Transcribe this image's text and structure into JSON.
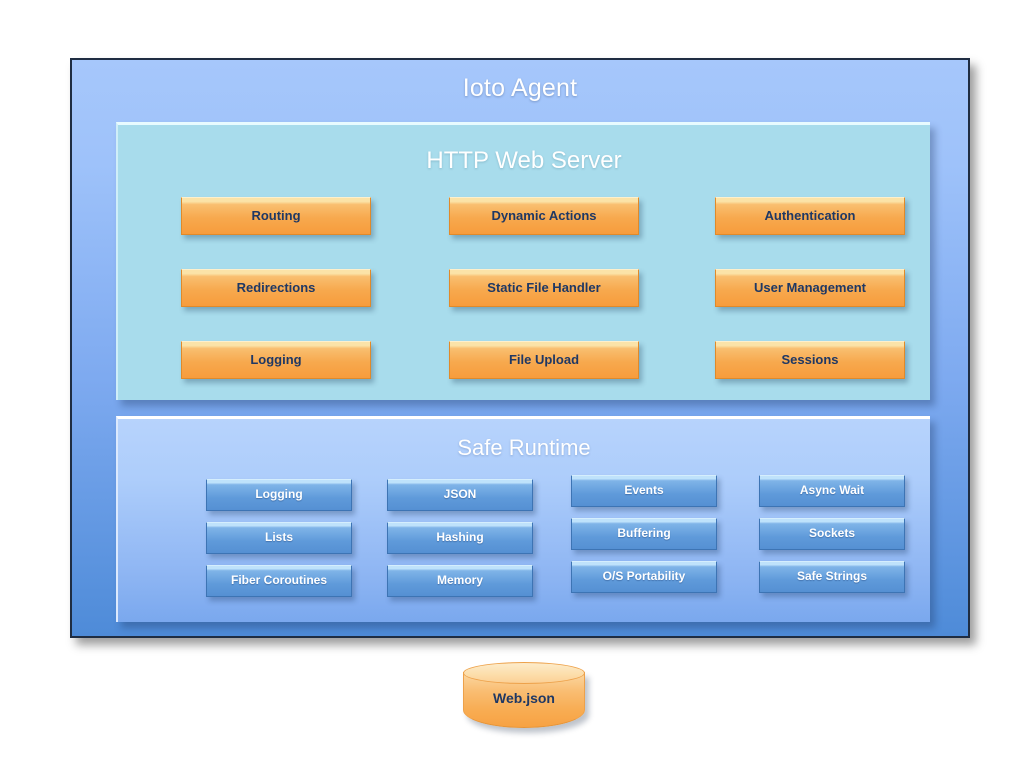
{
  "diagram": {
    "title": "Ioto Agent",
    "background_color": "#ffffff",
    "outer_panel_color": "#9ec2fa",
    "accent_orange": "#f7a94e",
    "accent_blue": "#5f9ada",
    "panel_cyan": "#a8dcec"
  },
  "http_section": {
    "title": "HTTP Web Server",
    "columns": [
      {
        "name": "column-1",
        "items": [
          {
            "label": "Routing"
          },
          {
            "label": "Redirections"
          },
          {
            "label": "Logging"
          }
        ]
      },
      {
        "name": "column-2",
        "items": [
          {
            "label": "Dynamic Actions"
          },
          {
            "label": "Static File Handler"
          },
          {
            "label": "File Upload"
          }
        ]
      },
      {
        "name": "column-3",
        "items": [
          {
            "label": "Authentication"
          },
          {
            "label": "User Management"
          },
          {
            "label": "Sessions"
          }
        ]
      }
    ]
  },
  "runtime_section": {
    "title": "Safe Runtime",
    "columns": [
      {
        "name": "column-1",
        "items": [
          {
            "label": "Logging"
          },
          {
            "label": "Lists"
          },
          {
            "label": "Fiber Coroutines"
          }
        ]
      },
      {
        "name": "column-2",
        "items": [
          {
            "label": "JSON"
          },
          {
            "label": "Hashing"
          },
          {
            "label": "Memory"
          }
        ]
      },
      {
        "name": "column-3",
        "items": [
          {
            "label": "Events"
          },
          {
            "label": "Buffering"
          },
          {
            "label": "O/S Portability"
          }
        ]
      },
      {
        "name": "column-4",
        "items": [
          {
            "label": "Async Wait"
          },
          {
            "label": "Sockets"
          },
          {
            "label": "Safe Strings"
          }
        ]
      }
    ]
  },
  "datastore": {
    "label": "Web.json",
    "shape": "cylinder"
  }
}
